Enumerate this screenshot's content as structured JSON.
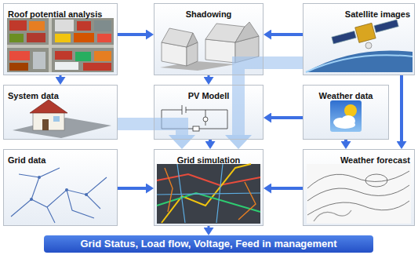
{
  "diagram": {
    "nodes": [
      {
        "text": [
          "Roof potential analysis"
        ]
      },
      {
        "text": [
          "Shadowing"
        ]
      },
      {
        "text": [
          "Satellite images"
        ]
      },
      {
        "text": [
          "System data"
        ]
      },
      {
        "text": [
          "PV Modell"
        ]
      },
      {
        "text": [
          "Weather data"
        ]
      },
      {
        "text": [
          "Grid data"
        ]
      },
      {
        "text": [
          "Grid simulation"
        ]
      },
      {
        "text": [
          "Weather forecast"
        ]
      },
      {
        "text": [
          "Grid Status, Load flow, Voltage, Feed in management"
        ]
      }
    ],
    "edges": [
      {
        "from": 0,
        "to": 1,
        "arrow": "to"
      },
      {
        "from": 2,
        "to": 1,
        "arrow": "to"
      },
      {
        "from": 0,
        "to": 3,
        "arrow": "to"
      },
      {
        "from": 1,
        "to": 4,
        "arrow": "to"
      },
      {
        "from": 2,
        "to": 8,
        "arrow": "to"
      },
      {
        "from": 5,
        "to": 4,
        "arrow": "to"
      },
      {
        "from": 5,
        "to": 8,
        "arrow": "to"
      },
      {
        "from": 3,
        "to": 7,
        "arrow": "to"
      },
      {
        "from": 2,
        "to": 7,
        "arrow": "to"
      },
      {
        "from": 4,
        "to": 7,
        "arrow": "to"
      },
      {
        "from": 6,
        "to": 7,
        "arrow": "to"
      },
      {
        "from": 8,
        "to": 7,
        "arrow": "to"
      },
      {
        "from": 7,
        "to": 9,
        "arrow": "to"
      }
    ]
  }
}
